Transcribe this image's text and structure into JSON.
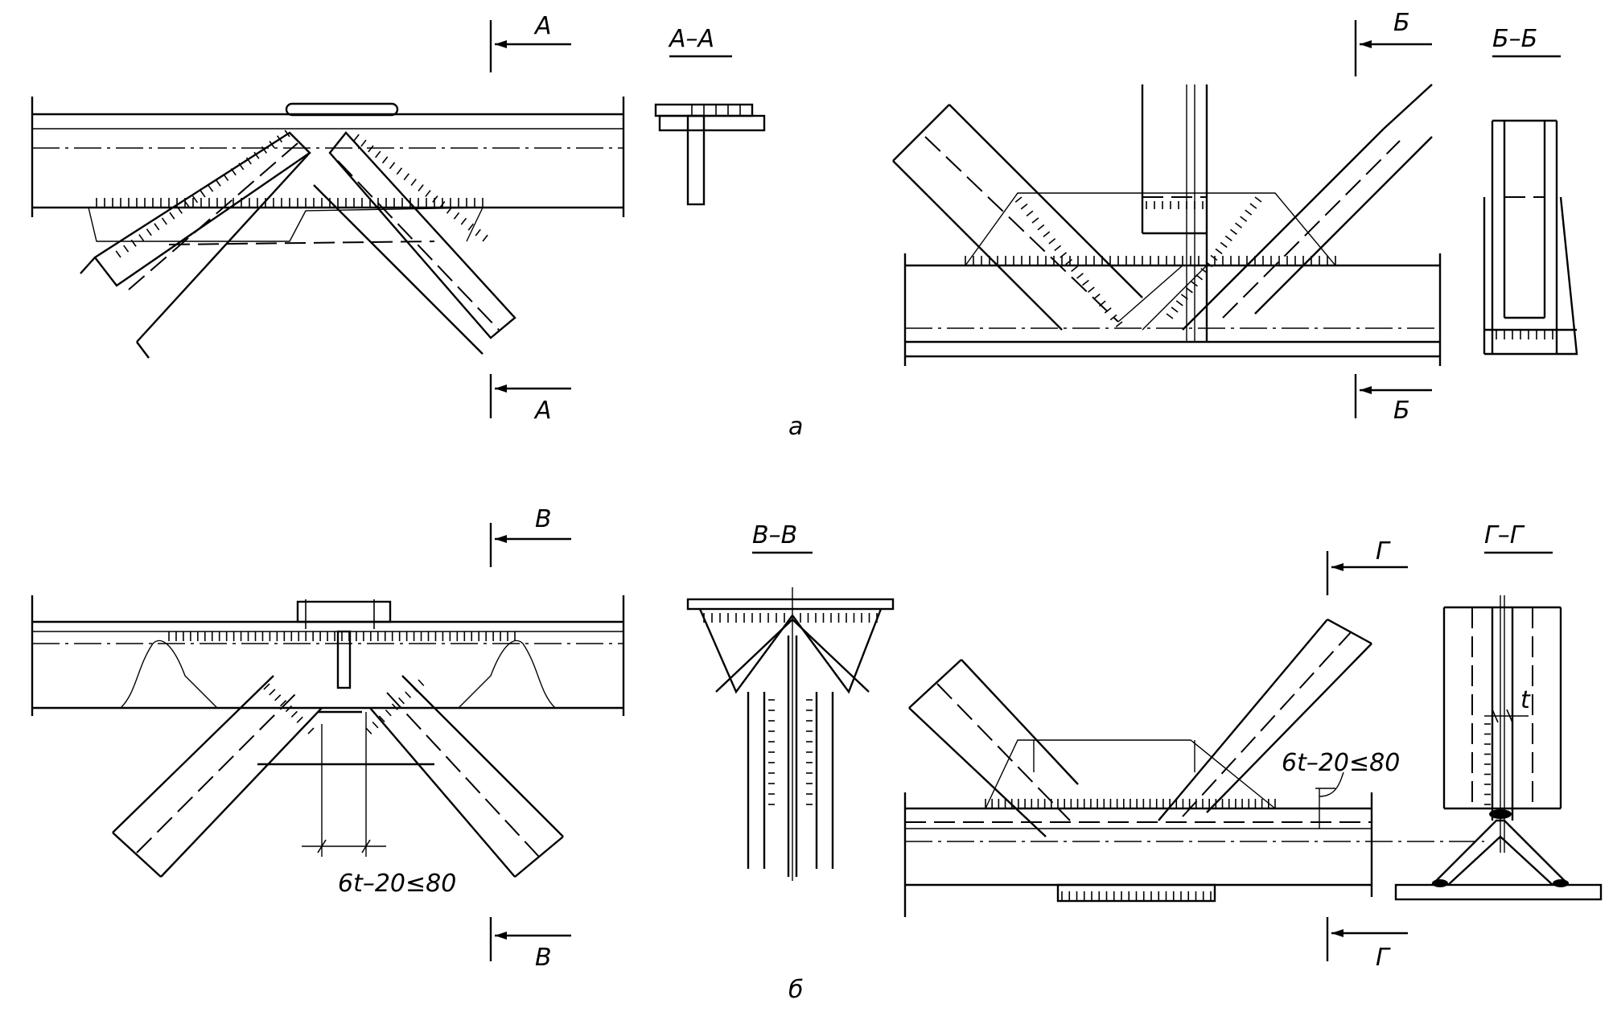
{
  "section_marks": {
    "A": "А",
    "A_section": "А–А",
    "B": "Б",
    "B_section": "Б–Б",
    "V": "В",
    "V_section": "В–В",
    "G": "Г",
    "G_section": "Г–Г"
  },
  "figure_labels": {
    "a": "а",
    "b": "б"
  },
  "dimensions": {
    "lower_left": "6t–20≤80",
    "lower_right": "6t–20≤80",
    "thickness": "t"
  }
}
